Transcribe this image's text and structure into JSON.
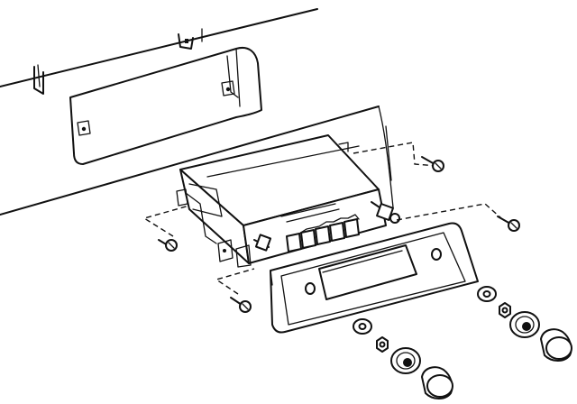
{
  "diagram": {
    "style": "exploded-view line drawing",
    "components": [
      {
        "name": "dashboard-panel",
        "icon": "dashboard-outline"
      },
      {
        "name": "mounting-bracket",
        "icon": "bracket-recess"
      },
      {
        "name": "radio-unit",
        "icon": "car-radio"
      },
      {
        "name": "preset-buttons",
        "count": 5
      },
      {
        "name": "trim-bezel",
        "icon": "bezel-frame"
      },
      {
        "name": "mounting-screws",
        "count": 4
      },
      {
        "name": "washers",
        "count": 2
      },
      {
        "name": "nuts",
        "count": 2
      },
      {
        "name": "control-knobs",
        "count": 4
      }
    ],
    "colors": {
      "line": "#111111",
      "background": "#ffffff"
    }
  }
}
